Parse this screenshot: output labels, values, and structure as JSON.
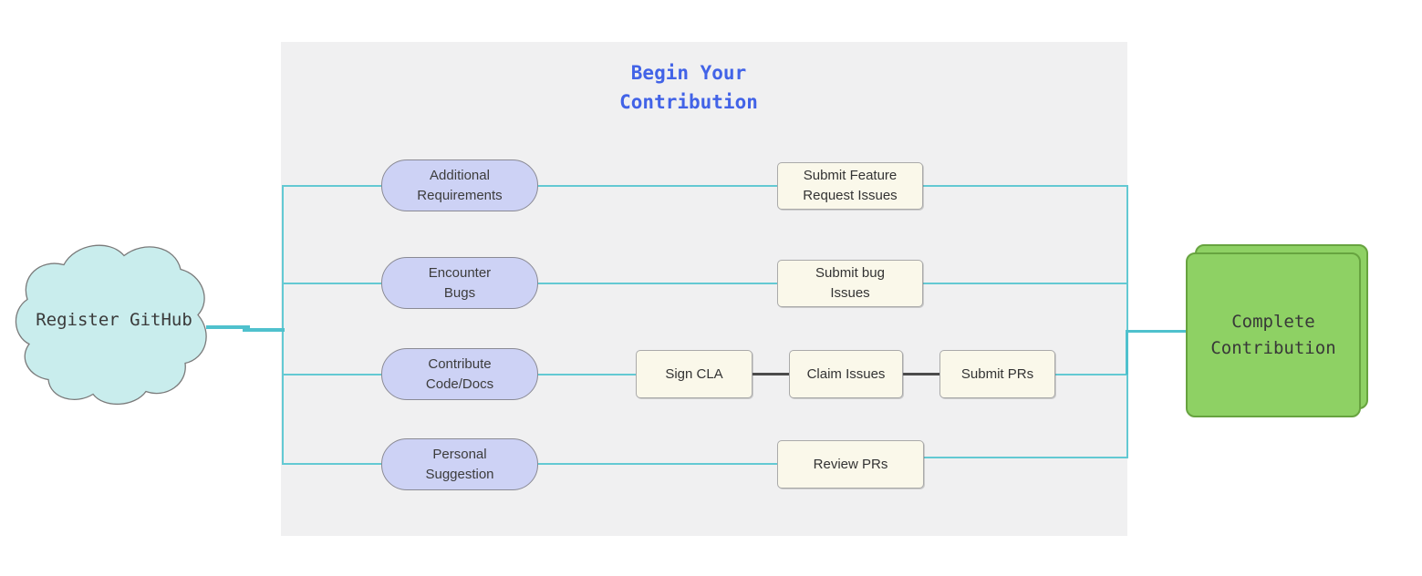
{
  "title": {
    "text": "Begin Your\nContribution"
  },
  "cloud": {
    "label": "Register GitHub"
  },
  "rows": [
    {
      "source": "Additional\nRequirements",
      "steps": [
        "Submit Feature\nRequest Issues"
      ]
    },
    {
      "source": "Encounter\nBugs",
      "steps": [
        "Submit bug\nIssues"
      ]
    },
    {
      "source": "Contribute\nCode/Docs",
      "steps": [
        "Sign CLA",
        "Claim Issues",
        "Submit PRs"
      ]
    },
    {
      "source": "Personal\nSuggestion",
      "steps": [
        "Review PRs"
      ]
    }
  ],
  "complete": {
    "label": "Complete\nContribution"
  },
  "colors": {
    "panel_bg": "#f0f0f1",
    "title_blue": "#4263e7",
    "teal_line": "#63c9d3",
    "teal_thick": "#4fc1cd",
    "dark_line": "#4b4b4b",
    "pill_fill": "#cdd2f5",
    "pill_border": "#8a8a94",
    "step_box_fill": "#faf8ea",
    "step_box_border": "#aaaaaa",
    "cloud_fill": "#c9eded",
    "green_fill": "#8ed164",
    "green_border": "#67a33f"
  }
}
